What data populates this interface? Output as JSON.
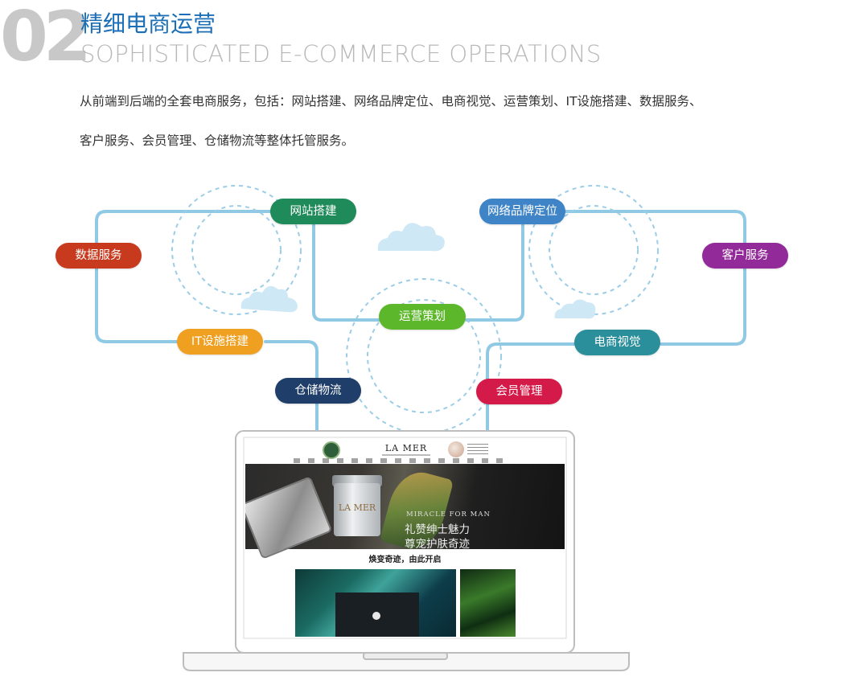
{
  "heading": {
    "number": "02",
    "title_cn": "精细电商运营",
    "title_en": "SOPHISTICATED E-COMMERCE OPERATIONS"
  },
  "description": {
    "line1": "从前端到后端的全套电商服务，包括：网站搭建、网络品牌定位、电商视觉、运营策划、IT设施搭建、数据服务、",
    "line2": "客户服务、会员管理、仓储物流等整体托管服务。"
  },
  "services": [
    {
      "id": "website",
      "label": "网站搭建",
      "color": "#1f8a5a"
    },
    {
      "id": "brand",
      "label": "网络品牌定位",
      "color": "#3f84c6"
    },
    {
      "id": "data",
      "label": "数据服务",
      "color": "#c73a1d"
    },
    {
      "id": "customer",
      "label": "客户服务",
      "color": "#932a9a"
    },
    {
      "id": "operations",
      "label": "运营策划",
      "color": "#5cb82a"
    },
    {
      "id": "it",
      "label": "IT设施搭建",
      "color": "#f0a020"
    },
    {
      "id": "visual",
      "label": "电商视觉",
      "color": "#2a8f9a"
    },
    {
      "id": "logistics",
      "label": "仓储物流",
      "color": "#1f3e6a"
    },
    {
      "id": "member",
      "label": "会员管理",
      "color": "#d41a48"
    }
  ],
  "colors": {
    "connector": "#8fc9e3",
    "dashed": "#9ccde6",
    "cloud": "#cfe8f5"
  },
  "laptop_screen": {
    "brand": "LA MER",
    "jar_label": "LA MER",
    "banner_en": "MIRACLE FOR MAN",
    "banner_cn1": "礼赞绅士魅力",
    "banner_cn2": "尊宠护肤奇迹",
    "section_title": "焕变奇迹，由此开启"
  }
}
